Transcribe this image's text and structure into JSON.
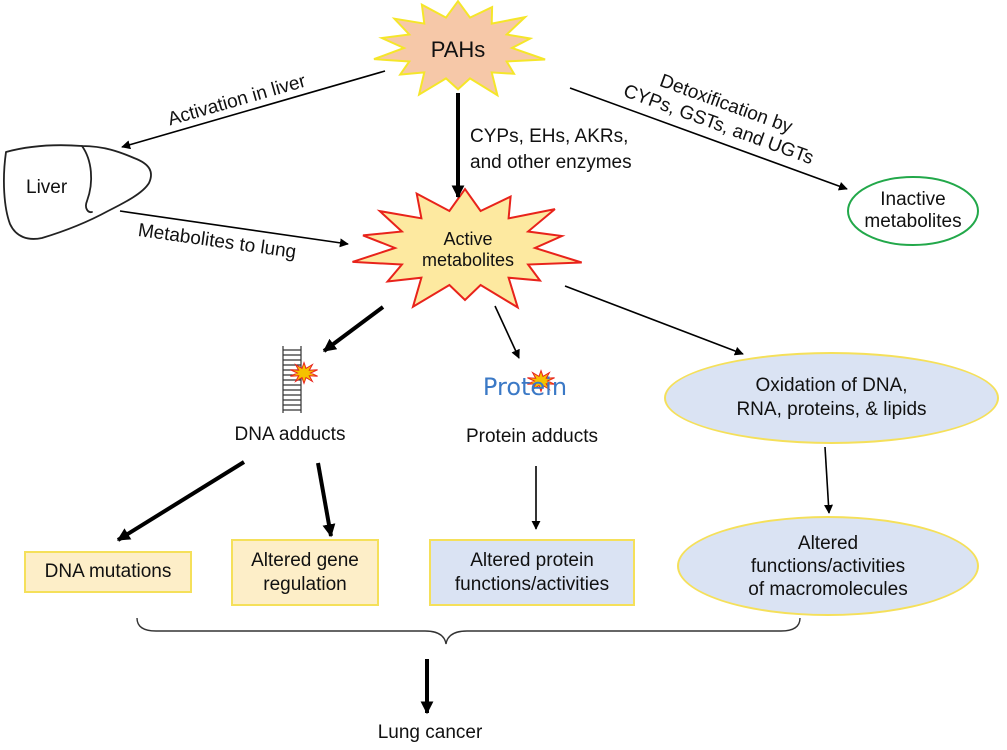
{
  "nodes": {
    "pahs": "PAHs",
    "liver": "Liver",
    "active_metabolites": [
      "Active",
      "metabolites"
    ],
    "inactive_metabolites": [
      "Inactive",
      "metabolites"
    ],
    "dna_adducts": "DNA adducts",
    "protein_word": "Protein",
    "protein_adducts": "Protein adducts",
    "oxidation": [
      "Oxidation of DNA,",
      "RNA, proteins, & lipids"
    ],
    "dna_mutations": "DNA mutations",
    "altered_gene_regulation": [
      "Altered gene",
      "regulation"
    ],
    "altered_protein_functions": [
      "Altered protein",
      "functions/activities"
    ],
    "altered_macromolecules": [
      "Altered",
      "functions/activities",
      "of macromolecules"
    ],
    "lung_cancer": "Lung cancer"
  },
  "edges": {
    "activation_in_liver": "Activation in liver",
    "enzymes": [
      "CYPs, EHs, AKRs,",
      "and other enzymes"
    ],
    "detoxification": [
      "Detoxification by",
      "CYPs, GSTs, and UGTs"
    ],
    "metabolites_to_lung": "Metabolites to lung"
  },
  "colors": {
    "pahs_fill": "#f6c8a8",
    "pahs_stroke": "#f5e62a",
    "active_fill": "#fde9a0",
    "active_stroke": "#e8231b",
    "inactive_stroke": "#22a84a",
    "yellow_box_fill": "#fdeec8",
    "yellow_box_stroke": "#f5e05a",
    "blue_fill": "#dae3f3",
    "blue_stroke": "#f5e05a",
    "protein_text": "#3b79c6"
  }
}
